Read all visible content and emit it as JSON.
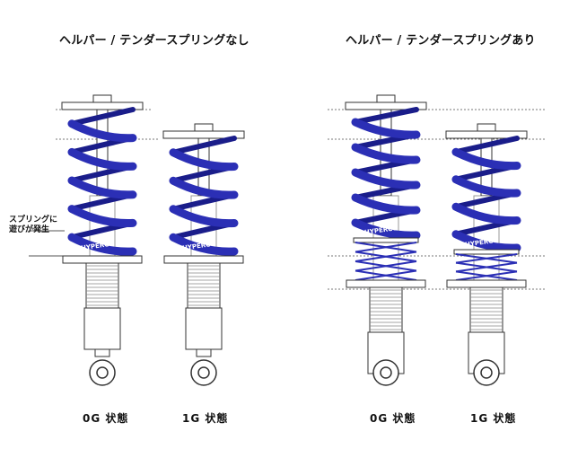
{
  "headings": {
    "without": "ヘルパー / テンダースプリングなし",
    "with": "ヘルパー / テンダースプリングあり"
  },
  "annotation": {
    "line1": "スプリングに",
    "line2": "遊びが発生"
  },
  "state_labels": [
    "0G 状態",
    "1G 状態",
    "0G 状態",
    "1G 状態"
  ],
  "brand": "HYPERCO",
  "colors": {
    "spring": "#2b2fb5",
    "spring_dark": "#1a1d8a",
    "outline": "#333333",
    "guide": "#777777"
  }
}
